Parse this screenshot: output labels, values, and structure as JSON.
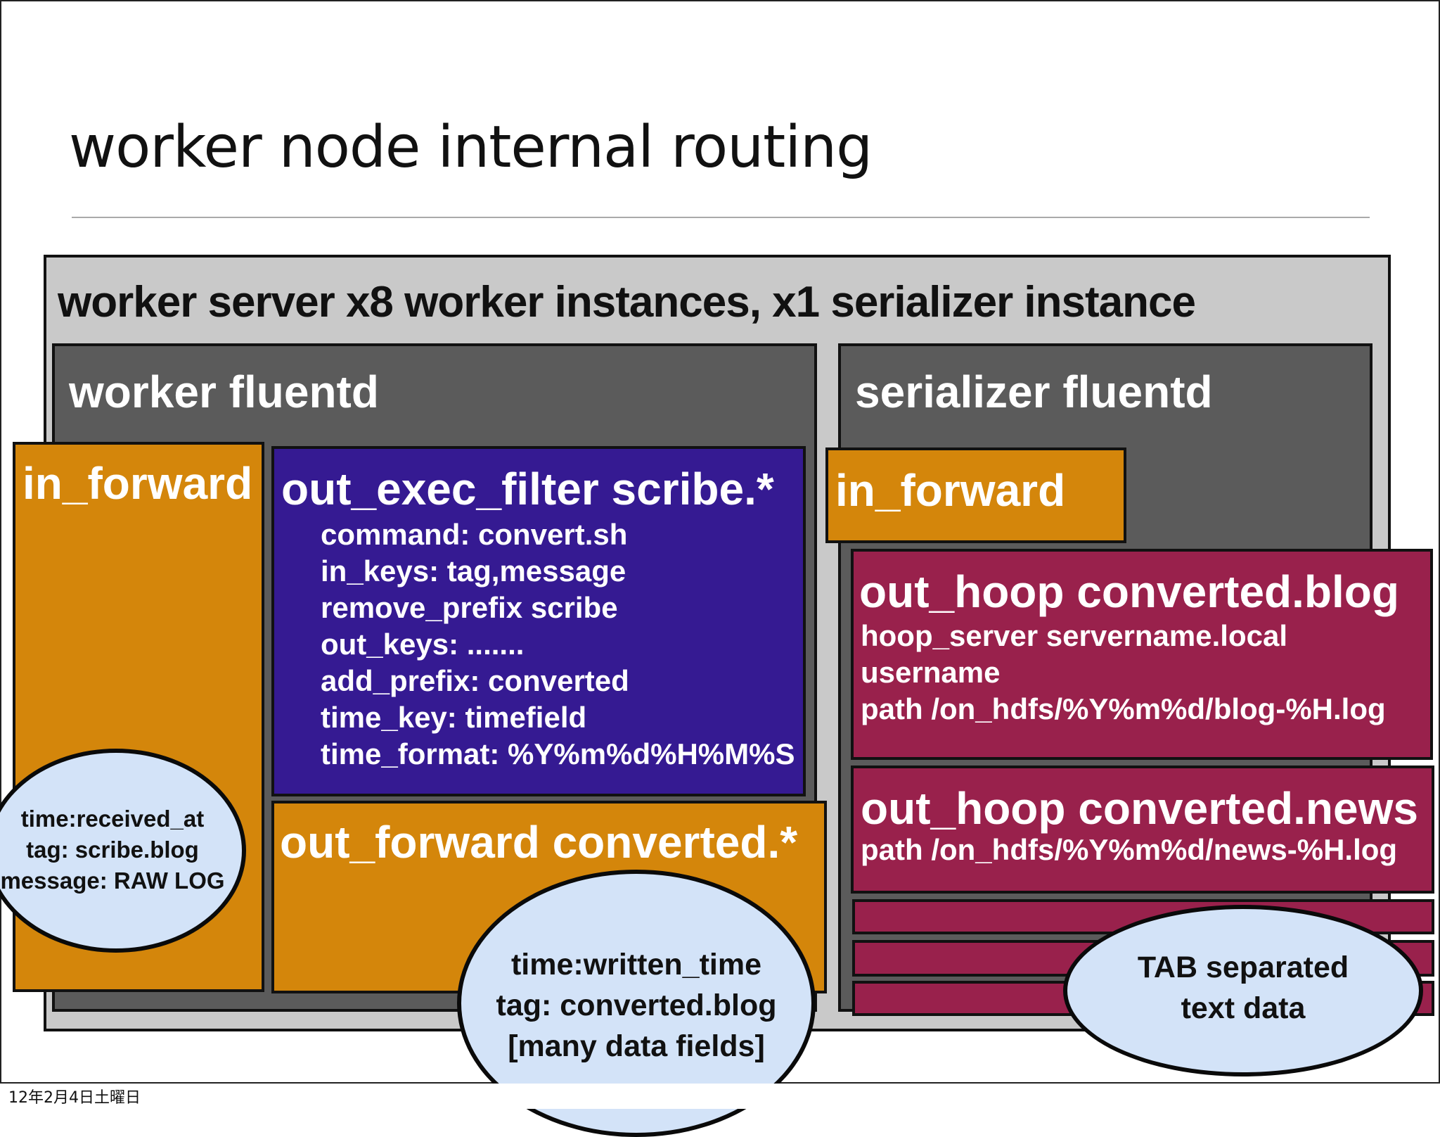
{
  "slide": {
    "title": "worker node internal routing",
    "footer_date": "12年2月4日土曜日"
  },
  "server": {
    "label": "worker server x8 worker instances, x1 serializer instance"
  },
  "worker": {
    "label": "worker fluentd",
    "in_forward": "in_forward",
    "exec_filter": {
      "label": "out_exec_filter scribe.*",
      "lines": [
        "command: convert.sh",
        "in_keys: tag,message",
        "remove_prefix scribe",
        "out_keys: .......",
        "add_prefix: converted",
        "time_key: timefield",
        "time_format: %Y%m%d%H%M%S"
      ]
    },
    "out_forward": "out_forward converted.*",
    "bubble_in": [
      "time:received_at",
      "tag: scribe.blog",
      "message: RAW LOG"
    ],
    "bubble_out": [
      "time:written_time",
      "tag: converted.blog",
      "[many data fields]"
    ]
  },
  "serializer": {
    "label": "serializer fluentd",
    "in_forward": "in_forward",
    "hoop_blog": {
      "label": "out_hoop converted.blog",
      "lines": [
        "hoop_server servername.local",
        "username",
        "path /on_hdfs/%Y%m%d/blog-%H.log"
      ]
    },
    "hoop_news": {
      "label": "out_hoop converted.news",
      "lines": [
        "path /on_hdfs/%Y%m%d/news-%H.log"
      ]
    },
    "bubble_tab": [
      "TAB separated",
      "text data"
    ]
  },
  "colors": {
    "server_bg": "#c9c9c9",
    "fluentd_bg": "#5b5b5b",
    "orange": "#d4860b",
    "purple": "#351a92",
    "crimson": "#99214c",
    "bubble": "#d3e3f8"
  }
}
